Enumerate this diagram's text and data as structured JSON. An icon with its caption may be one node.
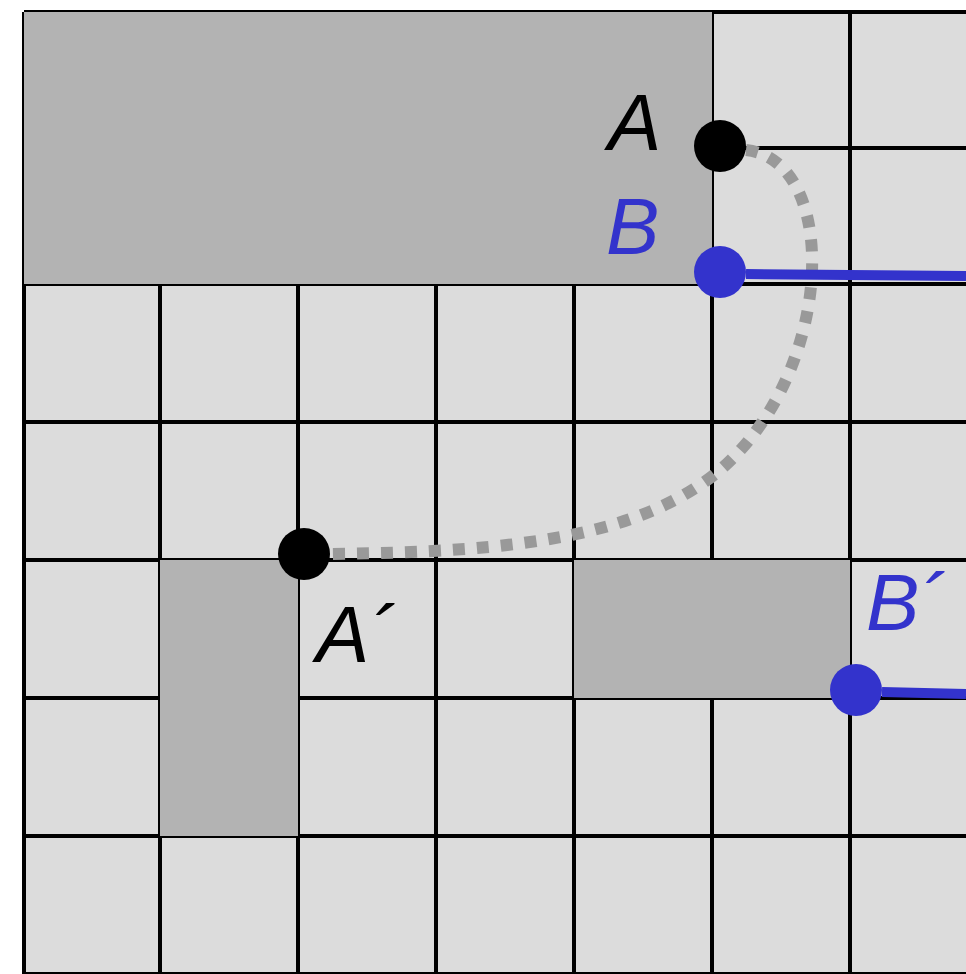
{
  "diagram": {
    "nodes": [
      {
        "text": [],
        "shape": "circle",
        "beside": [
          "A"
        ]
      },
      {
        "text": [],
        "shape": "circle",
        "beside": [
          "B"
        ]
      },
      {
        "text": [],
        "shape": "circle",
        "beside": [
          "A´"
        ]
      },
      {
        "text": [],
        "shape": "circle",
        "beside": [
          "B´"
        ]
      }
    ],
    "edges": [
      {
        "from": 0,
        "to": 2,
        "arrow": "none",
        "style": "dashed",
        "color": "#999999"
      },
      {
        "from": 1,
        "to": null,
        "arrow": "none"
      },
      {
        "from": 3,
        "to": null,
        "arrow": "none"
      }
    ]
  }
}
